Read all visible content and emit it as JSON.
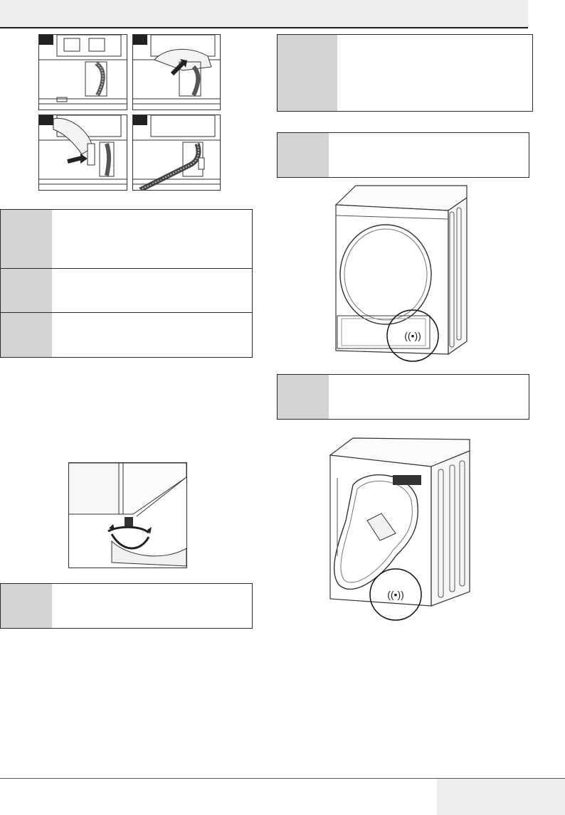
{
  "page": {
    "header": {
      "title": ""
    },
    "footer": {
      "page_number": ""
    }
  },
  "figures": {
    "hose_steps": [
      "hose-step-1",
      "hose-step-2",
      "hose-step-3",
      "hose-step-4"
    ],
    "foot_adjust": "leveling-foot-adjust",
    "dryer_front": "dryer-front-view",
    "dryer_back": "dryer-back-view"
  },
  "notes": {
    "left_table": [
      "",
      "",
      ""
    ],
    "left_bottom": "",
    "right_top": "",
    "right_second": "",
    "right_third": ""
  },
  "colors": {
    "note_fill": "#d3d3d3",
    "rule": "#1a1a1a",
    "header_band": "#eeeeee"
  }
}
